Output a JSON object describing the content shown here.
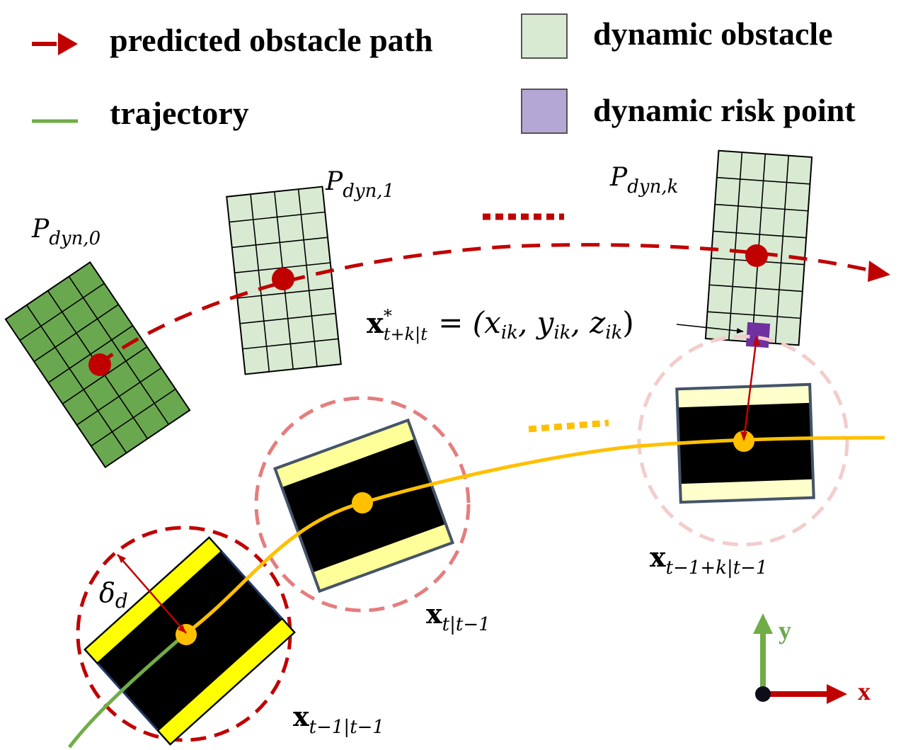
{
  "legend": {
    "predicted_path_label": "predicted obstacle path",
    "trajectory_label": "trajectory",
    "dynamic_obstacle_label": "dynamic obstacle",
    "risk_point_label": "dynamic risk point"
  },
  "labels": {
    "p0_main": "P",
    "p0_sub": "dyn,0",
    "p1_main": "P",
    "p1_sub": "dyn,1",
    "pk_main": "P",
    "pk_sub": "dyn,k",
    "risk_eq_x": "x",
    "risk_eq_sup": "*",
    "risk_eq_sub": "t+k|t",
    "risk_eq_rhs": " = (x",
    "risk_eq_ik1": "ik",
    "risk_eq_y": ", y",
    "risk_eq_ik2": "ik",
    "risk_eq_z": ", z",
    "risk_eq_ik3": "ik",
    "risk_eq_close": ")",
    "delta_main": "δ",
    "delta_sub": "d",
    "state_prev_main": "x",
    "state_prev_sub": "t−1|t−1",
    "state_curr_main": "x",
    "state_curr_sub": "t|t−1",
    "state_k_main": "x",
    "state_k_sub": "t−1+k|t−1",
    "axis_y": "y",
    "axis_x": "x"
  },
  "colors": {
    "obstacle_dark": "#6aa84f",
    "obstacle_light": "#d9ead3",
    "risk_point": "#7030a0",
    "risk_legend": "#b4a7d6",
    "path_red": "#c00000",
    "trajectory_orange": "#ffc000",
    "trajectory_green": "#70ad47",
    "vehicle_stripe": "#ffff00",
    "vehicle_stripe_pale": "#ffffcc",
    "axis_green": "#6aa84f",
    "axis_red": "#c00000"
  }
}
